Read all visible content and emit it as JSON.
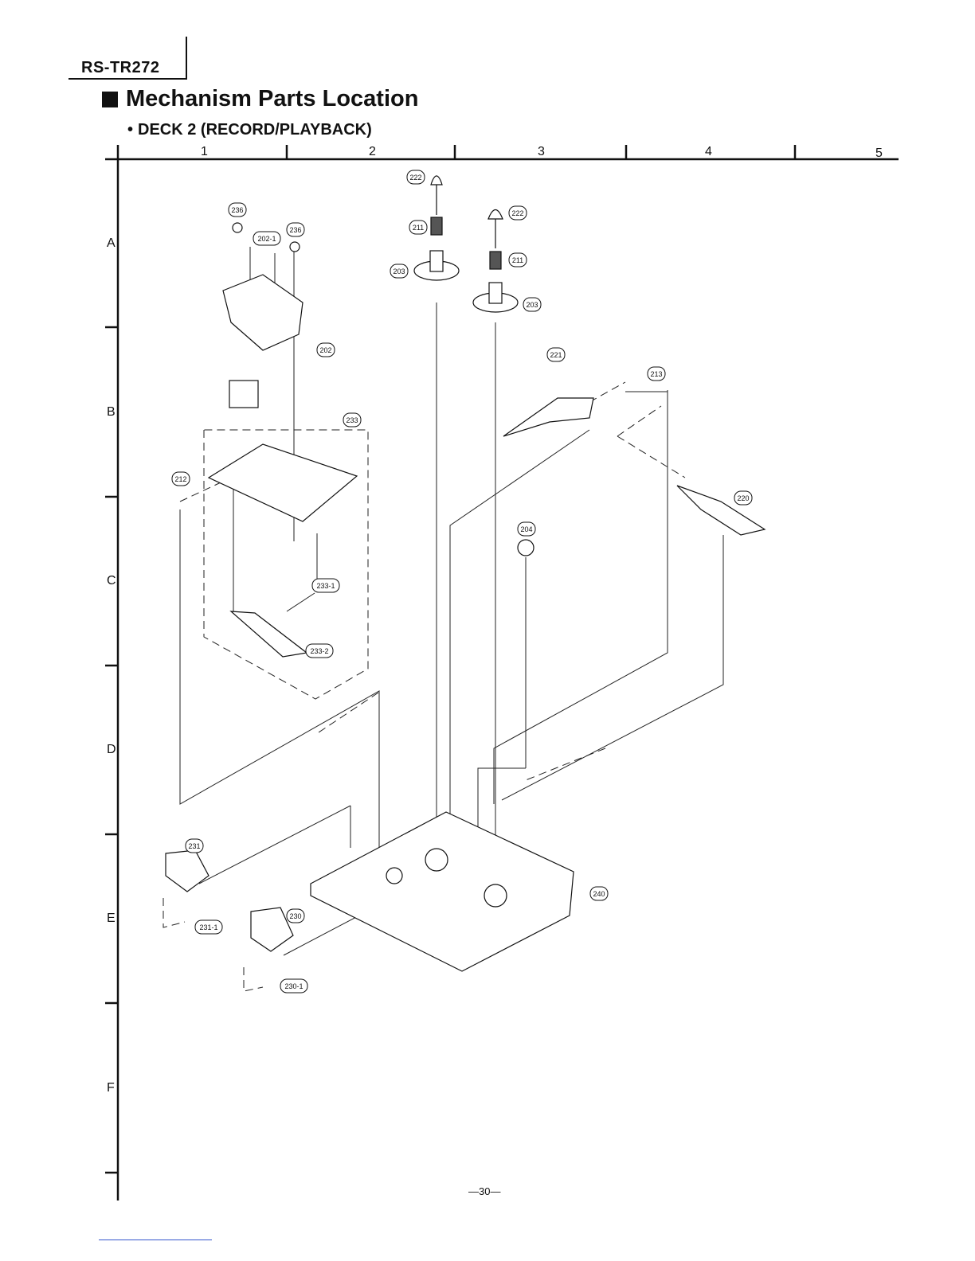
{
  "header": {
    "model": "RS-TR272"
  },
  "title": "Mechanism Parts Location",
  "subtitle": {
    "bullet": "•",
    "text": "DECK 2 (RECORD/PLAYBACK)"
  },
  "grid": {
    "columns": [
      "1",
      "2",
      "3",
      "4",
      "5"
    ],
    "rows": [
      "A",
      "B",
      "C",
      "D",
      "E",
      "F"
    ]
  },
  "parts": [
    {
      "id": "p222a",
      "label": "222"
    },
    {
      "id": "p222b",
      "label": "222"
    },
    {
      "id": "p211a",
      "label": "211"
    },
    {
      "id": "p211b",
      "label": "211"
    },
    {
      "id": "p203a",
      "label": "203"
    },
    {
      "id": "p203b",
      "label": "203"
    },
    {
      "id": "p236a",
      "label": "236"
    },
    {
      "id": "p236b",
      "label": "236"
    },
    {
      "id": "p202-1",
      "label": "202-1"
    },
    {
      "id": "p202",
      "label": "202"
    },
    {
      "id": "p221",
      "label": "221"
    },
    {
      "id": "p213",
      "label": "213"
    },
    {
      "id": "p233",
      "label": "233"
    },
    {
      "id": "p212",
      "label": "212"
    },
    {
      "id": "p220",
      "label": "220"
    },
    {
      "id": "p204",
      "label": "204"
    },
    {
      "id": "p233-1",
      "label": "233-1"
    },
    {
      "id": "p233-2",
      "label": "233-2"
    },
    {
      "id": "p231",
      "label": "231"
    },
    {
      "id": "p231-1",
      "label": "231-1"
    },
    {
      "id": "p230",
      "label": "230"
    },
    {
      "id": "p230-1",
      "label": "230-1"
    },
    {
      "id": "p240",
      "label": "240"
    }
  ],
  "page_number": "—30—"
}
